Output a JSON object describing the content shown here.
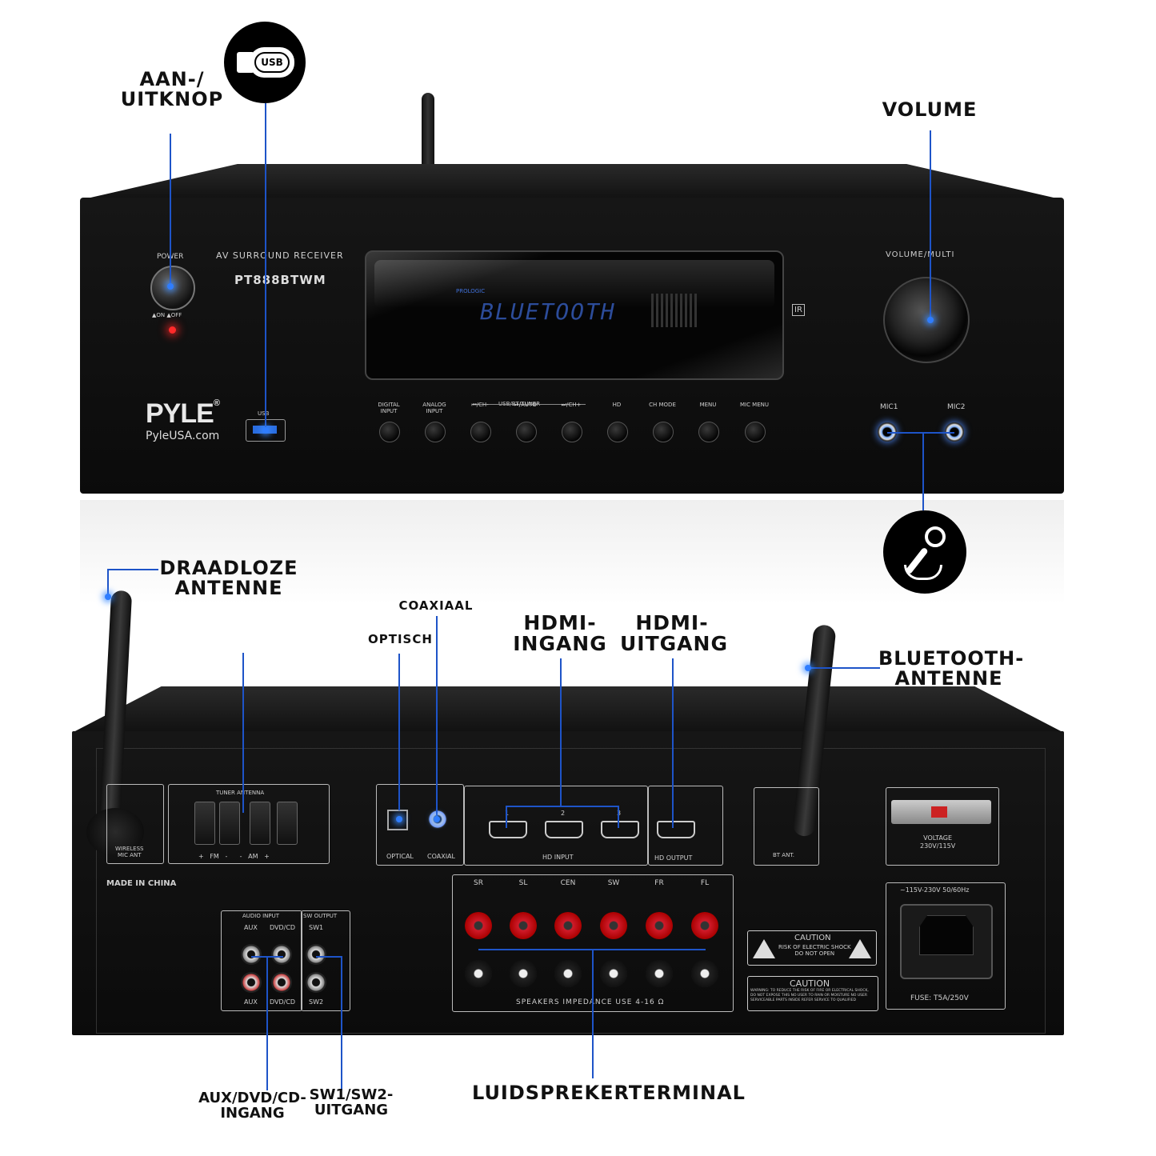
{
  "callouts": {
    "power": "AAN-/\nUITKNOP",
    "volume": "VOLUME",
    "wireless_antenna": "DRAADLOZE\nANTENNE",
    "coaxial": "COAXIAAL",
    "optical": "OPTISCH",
    "hdmi_in": "HDMI-\nINGANG",
    "hdmi_out": "HDMI-\nUITGANG",
    "bt_antenna": "BLUETOOTH-\nANTENNE",
    "aux_input": "AUX/DVD/CD-\nINGANG",
    "sw_output": "SW1/SW2-\nUITGANG",
    "speaker_terminal": "LUIDSPREKERTERMINAL"
  },
  "icons": {
    "usb": "usb-icon",
    "mic": "microphone-icon"
  },
  "usb_icon_label": "USB",
  "front": {
    "power_label": "POWER",
    "on_off": "▲ON  ▲OFF",
    "subtitle": "AV SURROUND RECEIVER",
    "model": "PT888BTWM",
    "brand": "PYLE",
    "brand_reg": "®",
    "website": "PyleUSA.com",
    "usb_label": "USB",
    "display_small": "PROLOGIC",
    "display_text": "BLUETOOTH",
    "ir": "IR",
    "volume_label": "VOLUME/MULTI",
    "mic1": "MIC1",
    "mic2": "MIC2",
    "group_label": "USB/BT/TUNER",
    "buttons": [
      "DIGITAL\nINPUT",
      "ANALOG\nINPUT",
      "⏮/CH-",
      "⏯/AUTO",
      "⏭/CH+",
      "HD",
      "CH MODE",
      "MENU",
      "MIC MENU"
    ]
  },
  "rear": {
    "wireless_mic_ant": "WIRELESS\nMIC ANT",
    "tuner_antenna": "TUNER ANTENNA",
    "fm_am": "+   FM   -      -   AM   +",
    "optical": "OPTICAL",
    "coaxial": "COAXIAL",
    "hd_input": "HD  INPUT",
    "hd_output": "HD  OUTPUT",
    "hd_nums": [
      "1",
      "2",
      "3"
    ],
    "bt_ant": "BT ANT.",
    "voltage": "VOLTAGE\n230V/115V",
    "made_in": "MADE IN CHINA",
    "audio_input": "AUDIO INPUT",
    "sw_output": "SW OUTPUT",
    "aux": "AUX",
    "dvd_cd": "DVD/CD",
    "sw1": "SW1",
    "sw2": "SW2",
    "speakers": [
      "SR",
      "SL",
      "CEN",
      "SW",
      "FR",
      "FL"
    ],
    "impedance": "SPEAKERS IMPEDANCE USE 4-16 Ω",
    "caution1_title": "CAUTION",
    "caution1_text": "RISK OF ELECTRIC SHOCK\nDO NOT OPEN",
    "caution2_title": "CAUTION",
    "caution2_text": "WARNING: TO REDUCE THE RISK OF FIRE OR ELECTRICAL SHOCK, DO NOT EXPOSE THIS NO USER TO RAIN OR MOISTURE NO USER SERVICEABLE PARTS INSIDE REFER SERVICE TO QUALIFIED",
    "mains": "~115V-230V 50/60Hz",
    "fuse": "FUSE:  T5A/250V"
  }
}
